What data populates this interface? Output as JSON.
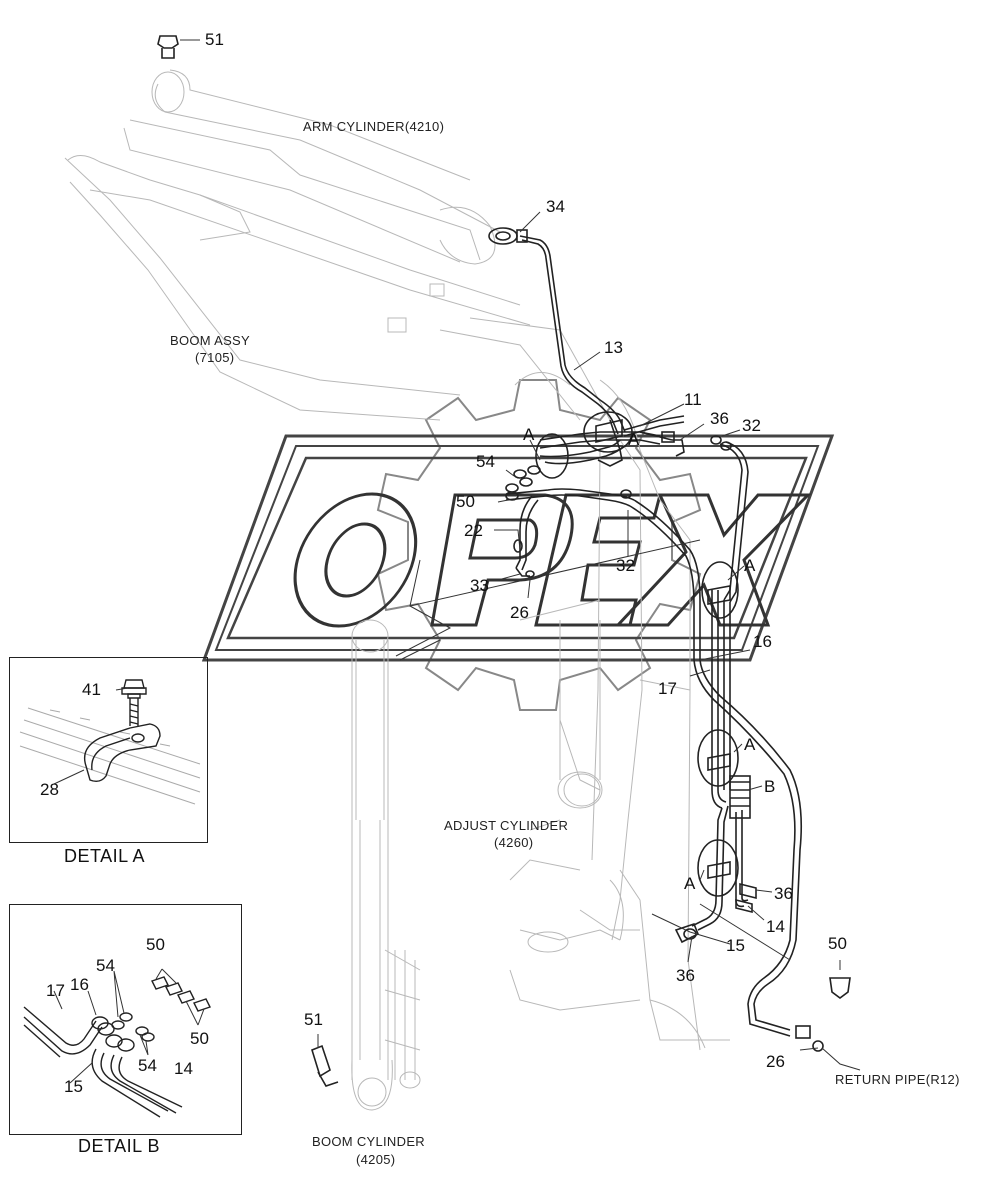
{
  "labels": {
    "arm_cylinder": "ARM CYLINDER(4210)",
    "boom_assy": "BOOM ASSY",
    "boom_assy_code": "(7105)",
    "adjust_cylinder": "ADJUST CYLINDER",
    "adjust_cylinder_code": "(4260)",
    "boom_cylinder": "BOOM CYLINDER",
    "boom_cylinder_code": "(4205)",
    "return_pipe": "RETURN PIPE(R12)"
  },
  "details": {
    "a_title": "DETAIL  A",
    "b_title": "DETAIL  B"
  },
  "part_numbers": [
    "51",
    "34",
    "13",
    "11",
    "36",
    "32",
    "A",
    "A",
    "54",
    "50",
    "22",
    "32",
    "33",
    "26",
    "A",
    "16",
    "17",
    "A",
    "B",
    "A",
    "36",
    "14",
    "15",
    "36",
    "50",
    "26",
    "51"
  ],
  "detail_a_numbers": [
    "41",
    "28"
  ],
  "detail_b_numbers": [
    "50",
    "54",
    "17",
    "16",
    "50",
    "54",
    "15",
    "14"
  ],
  "watermark": "OPEX"
}
